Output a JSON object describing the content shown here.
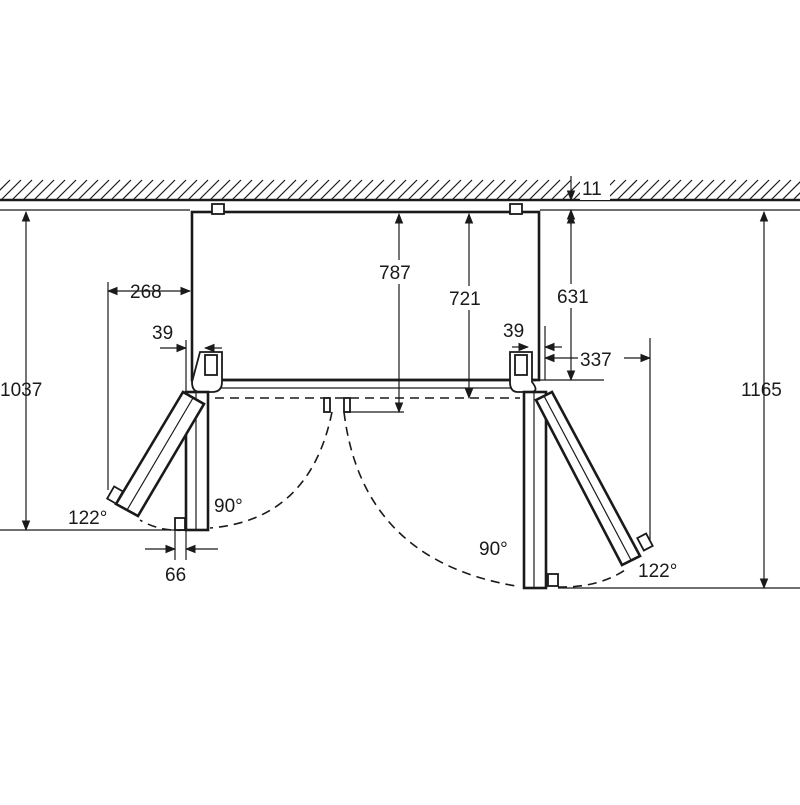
{
  "dimensions": {
    "top_gap": "11",
    "left_door_offset": "268",
    "overall_depth_left": "1037",
    "overall_depth_right": "1165",
    "depth_787": "787",
    "depth_721": "721",
    "depth_631": "631",
    "hinge_gap_left": "39",
    "hinge_gap_right": "39",
    "right_door_offset": "337",
    "door_thickness": "66"
  },
  "angles": {
    "left_wide": "122°",
    "left_ninety": "90°",
    "right_ninety": "90°",
    "right_wide": "122°"
  },
  "colors": {
    "line": "#1a1a1a",
    "background": "#ffffff"
  }
}
